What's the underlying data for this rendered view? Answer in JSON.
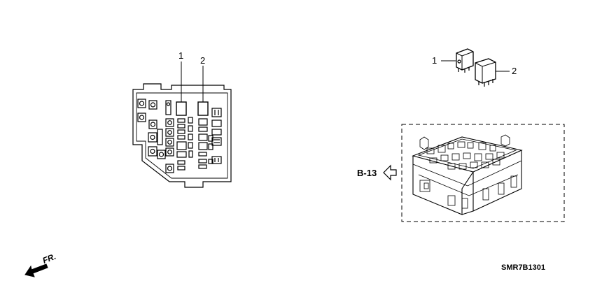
{
  "callouts": {
    "left_item_1": "1",
    "left_item_2": "2",
    "right_item_1": "1",
    "right_item_2": "2"
  },
  "reference": {
    "section": "B-13"
  },
  "orientation": {
    "front_label": "FR."
  },
  "diagram_code": "SMR7B1301"
}
